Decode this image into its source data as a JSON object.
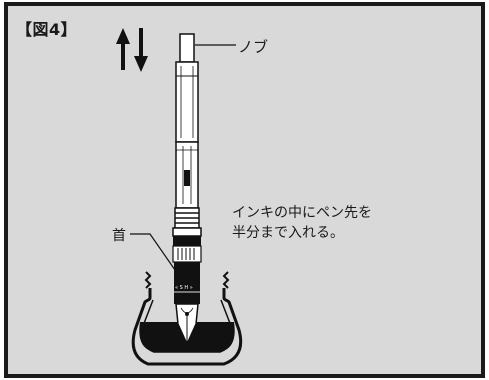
{
  "figure": {
    "title": "【図4】",
    "labels": {
      "knob": "ノブ",
      "section": "首"
    },
    "instruction": {
      "line1": "インキの中にペン先を",
      "line2": "半分まで入れる。"
    },
    "imprint": "« S H »"
  },
  "colors": {
    "background": "#d9d9d9",
    "frame": "#1a1a1a",
    "ink": "#111111",
    "pen_body": "#ffffff"
  }
}
